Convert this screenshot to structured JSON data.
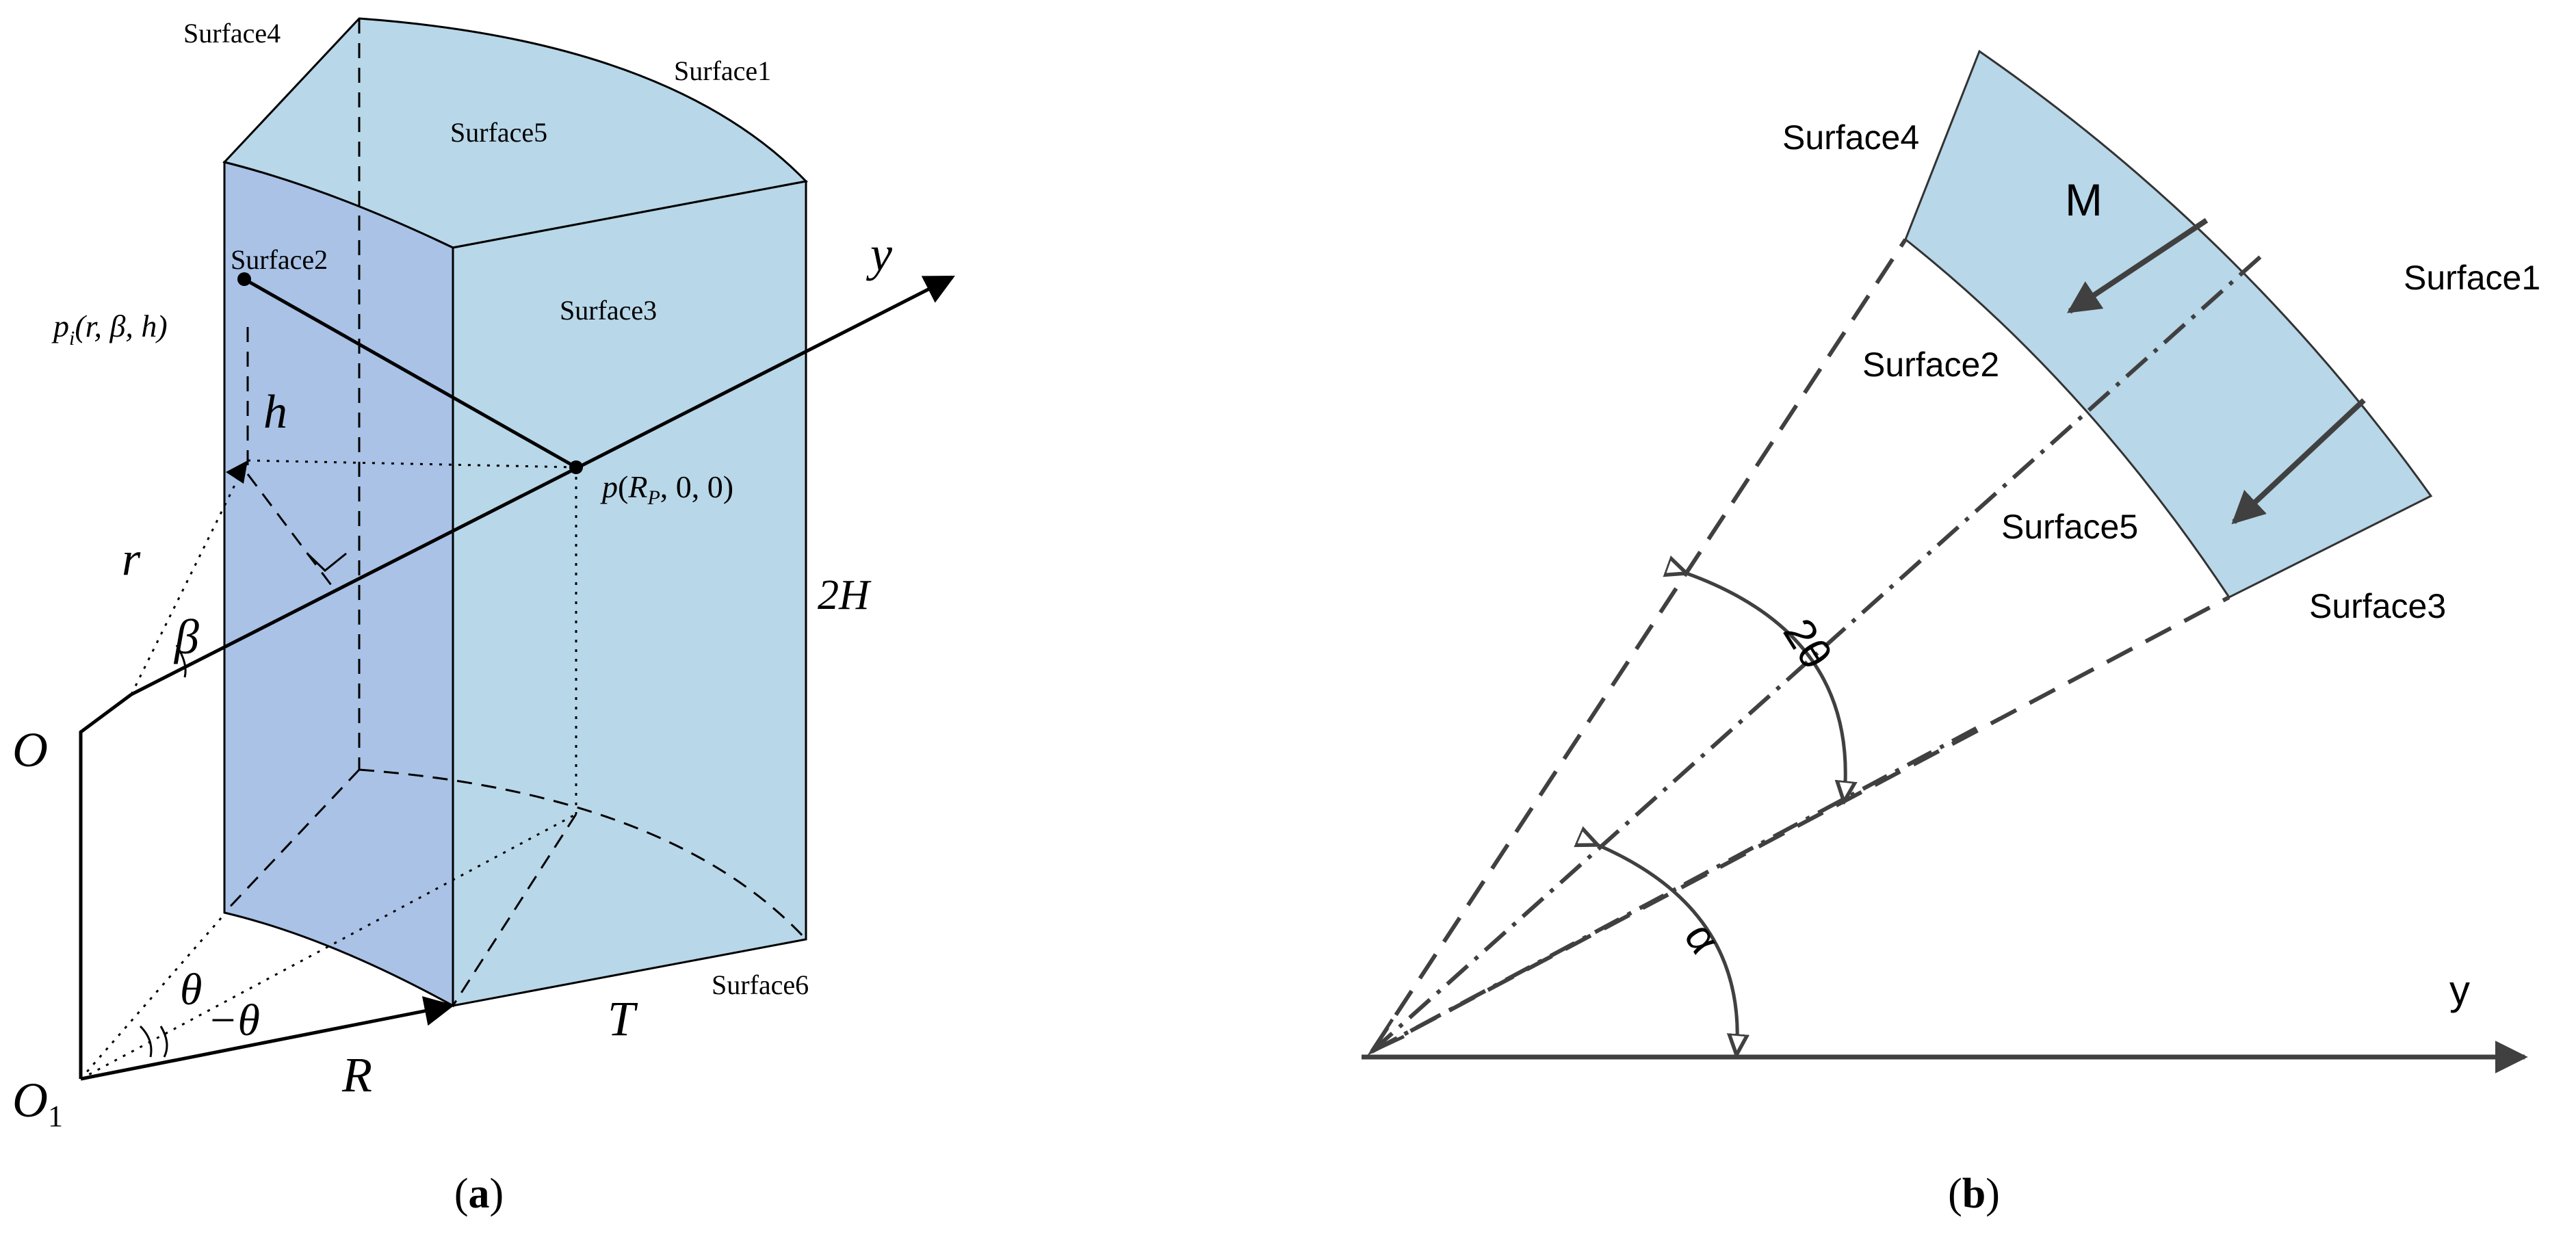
{
  "panel_a": {
    "caption_open": "(",
    "caption_letter": "a",
    "caption_close": ")",
    "labels": {
      "surface1": "Surface1",
      "surface2": "Surface2",
      "surface3": "Surface3",
      "surface4": "Surface4",
      "surface5": "Surface5",
      "surface6": "Surface6",
      "y_axis": "y",
      "origin_o": "O",
      "origin_o1_main": "O",
      "origin_o1_sub": "1",
      "h": "h",
      "r": "r",
      "beta": "β",
      "two_h": "2H",
      "theta": "θ",
      "minus_theta": "−θ",
      "radius": "R",
      "thickness": "T",
      "point_pi_letter": "p",
      "point_pi_sub": "i",
      "point_pi_coords": "(r, β, h)",
      "point_p_letter": "p",
      "point_p_open": "(",
      "point_p_r": "R",
      "point_p_sub": "P",
      "point_p_rest": ", 0, 0)"
    },
    "colors": {
      "face_light": "#b8d7e8",
      "face_dark": "#a9c2e6",
      "stroke": "#000000"
    }
  },
  "panel_b": {
    "caption_open": "(",
    "caption_letter": "b",
    "caption_close": ")",
    "labels": {
      "surface1": "Surface1",
      "surface2": "Surface2",
      "surface3": "Surface3",
      "surface4": "Surface4",
      "surface5": "Surface5",
      "magnetization": "M",
      "two_theta": "2θ",
      "alpha": "α",
      "y_axis": "y"
    },
    "colors": {
      "magnet_fill": "#b8d7e8",
      "line": "#404040"
    }
  }
}
